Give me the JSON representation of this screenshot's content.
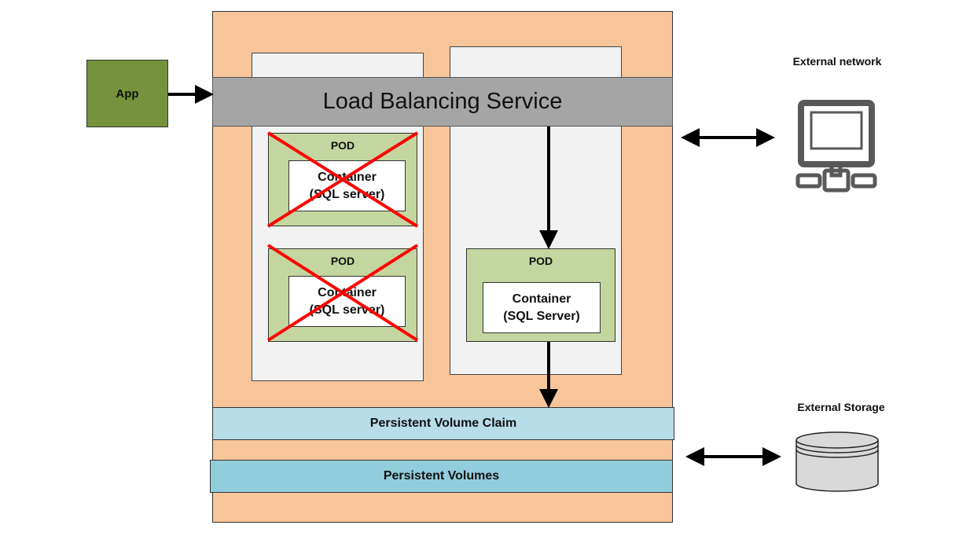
{
  "app": {
    "label": "App"
  },
  "load_balancer": {
    "label": "Load Balancing Service"
  },
  "failed_pods": [
    {
      "label": "POD",
      "container_line1": "Container",
      "container_line2": "(SQL server)",
      "status": "failed"
    },
    {
      "label": "POD",
      "container_line1": "Container",
      "container_line2": "(SQL server)",
      "status": "failed"
    }
  ],
  "active_pod": {
    "label": "POD",
    "container_line1": "Container",
    "container_line2": "(SQL Server)",
    "status": "active"
  },
  "storage": {
    "pvc_label": "Persistent Volume Claim",
    "pv_label": "Persistent Volumes"
  },
  "external": {
    "network_label": "External network",
    "storage_label": "External Storage",
    "network_icon": "computer-network-icon",
    "storage_icon": "database-cylinder-icon"
  },
  "colors": {
    "cluster": "#f8c59a",
    "node": "#f2f2f2",
    "load_balancer": "#a5a5a5",
    "app": "#76923c",
    "pod": "#c4d69f",
    "pvc": "#b7dde8",
    "pv": "#92cddc",
    "failure_mark": "#ff0000",
    "icon": "#595959"
  }
}
